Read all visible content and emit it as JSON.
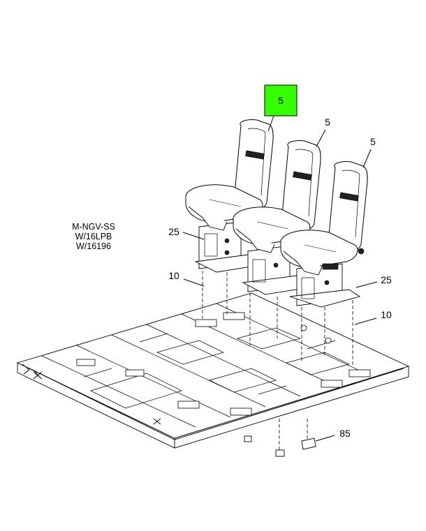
{
  "callouts": {
    "seat_highlighted": "5",
    "seat_middle": "5",
    "seat_right": "5",
    "riser_left": "25",
    "riser_right": "25",
    "bolt_left": "10",
    "bolt_right": "10",
    "bracket": "85"
  },
  "note": {
    "line1": "M-NGV-SS",
    "line2": "W/16LPB",
    "line3": "W/16196"
  },
  "colors": {
    "highlight": "#33ff00",
    "line": "#000000",
    "background": "#ffffff"
  }
}
